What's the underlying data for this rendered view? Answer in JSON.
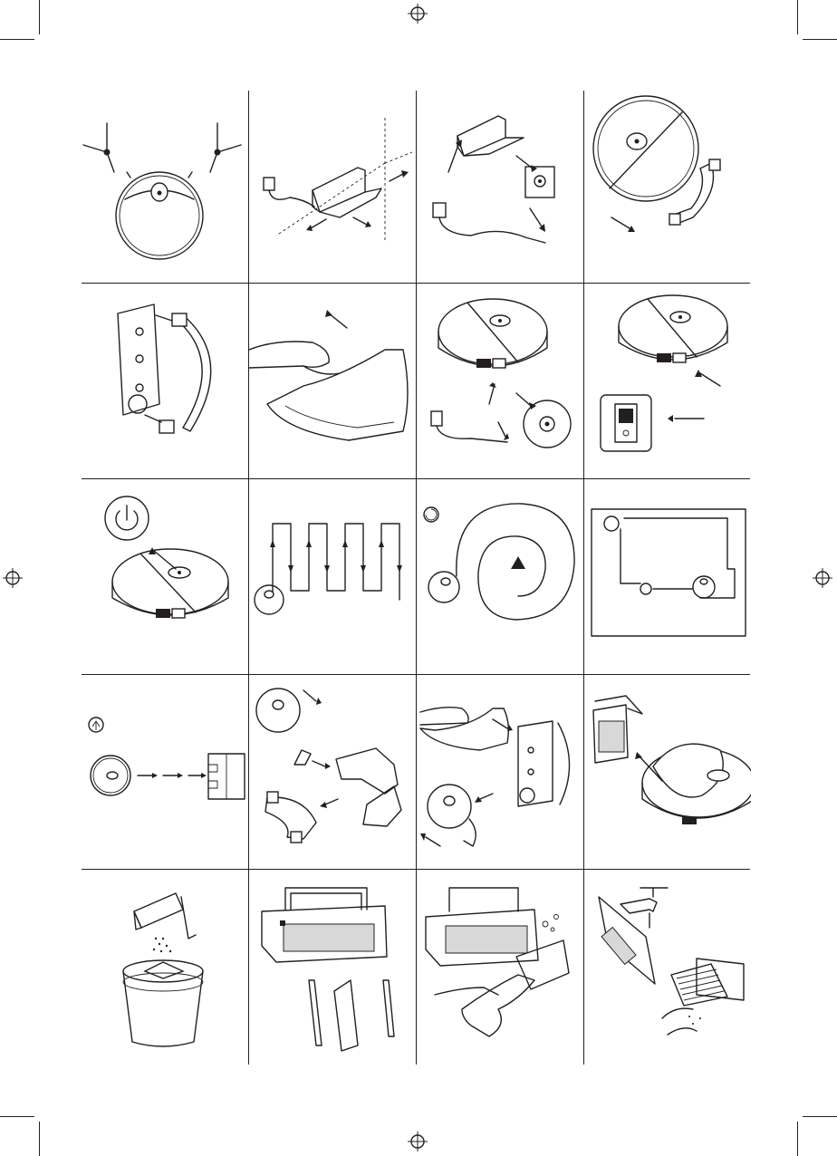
{
  "page": {
    "title": "",
    "panel_count": 20
  },
  "panels": [
    {
      "id": 1,
      "icon": "robot-side-brushes-icon"
    },
    {
      "id": 2,
      "icon": "charging-dock-placement-icon"
    },
    {
      "id": 3,
      "icon": "dock-power-adapter-icon"
    },
    {
      "id": 4,
      "icon": "remove-bumper-icon"
    },
    {
      "id": 5,
      "icon": "bumper-detail-icon"
    },
    {
      "id": 6,
      "icon": "peel-protective-film-icon"
    },
    {
      "id": 7,
      "icon": "robot-charging-port-icon"
    },
    {
      "id": 8,
      "icon": "power-switch-icon"
    },
    {
      "id": 9,
      "icon": "power-button-icon"
    },
    {
      "id": 10,
      "icon": "zigzag-cleaning-icon"
    },
    {
      "id": 11,
      "icon": "spiral-cleaning-icon"
    },
    {
      "id": 12,
      "icon": "edge-cleaning-icon"
    },
    {
      "id": 13,
      "icon": "return-to-dock-icon"
    },
    {
      "id": 14,
      "icon": "remove-dustbin-icon"
    },
    {
      "id": 15,
      "icon": "install-mop-module-icon"
    },
    {
      "id": 16,
      "icon": "lift-dustbin-icon"
    },
    {
      "id": 17,
      "icon": "empty-dustbin-icon"
    },
    {
      "id": 18,
      "icon": "dustbin-filter-parts-icon"
    },
    {
      "id": 19,
      "icon": "wipe-dustbin-icon"
    },
    {
      "id": 20,
      "icon": "rinse-filter-icon"
    }
  ]
}
